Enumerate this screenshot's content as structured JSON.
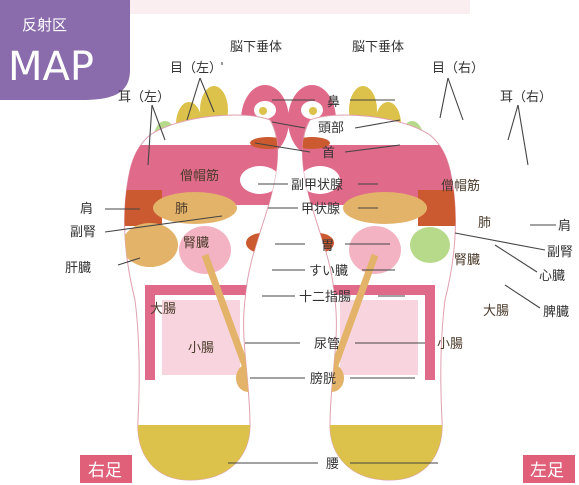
{
  "badge": {
    "top": "反射区",
    "main": "MAP"
  },
  "colors": {
    "badge": "#8a6bab",
    "pink": "#e06a8a",
    "lightpink": "#f3b3c3",
    "yellow": "#dcc24a",
    "orange": "#e89a6a",
    "darkorange": "#cc5a30",
    "green": "#b7d98a",
    "tan": "#e3b36a",
    "footlabel": "#e0607a"
  },
  "right_foot": {
    "name": "右足",
    "labels": {
      "brain_pituitary": "脳下垂体",
      "eye": "目（左）",
      "ear": "耳（左）",
      "trapezius": "僧帽筋",
      "shoulder": "肩",
      "lung": "肺",
      "adrenal": "副腎",
      "kidney": "腎臓",
      "liver": "肝臓",
      "large_intestine": "大腸",
      "small_intestine": "小腸"
    }
  },
  "left_foot": {
    "name": "左足",
    "labels": {
      "brain_pituitary": "脳下垂体",
      "eye": "目（右）",
      "ear": "耳（右）",
      "trapezius": "僧帽筋",
      "shoulder": "肩",
      "lung": "肺",
      "adrenal": "副腎",
      "heart": "心臓",
      "kidney": "腎臓",
      "spleen": "脾臓",
      "large_intestine": "大腸",
      "small_intestine": "小腸"
    }
  },
  "center_labels": {
    "nose": "鼻",
    "head": "頭部",
    "neck": "首",
    "parathyroid": "副甲状腺",
    "thyroid": "甲状腺",
    "stomach": "胃",
    "pancreas": "すい臓",
    "duodenum": "十二指腸",
    "ureter": "尿管",
    "bladder": "膀胱",
    "lower_back": "腰"
  }
}
